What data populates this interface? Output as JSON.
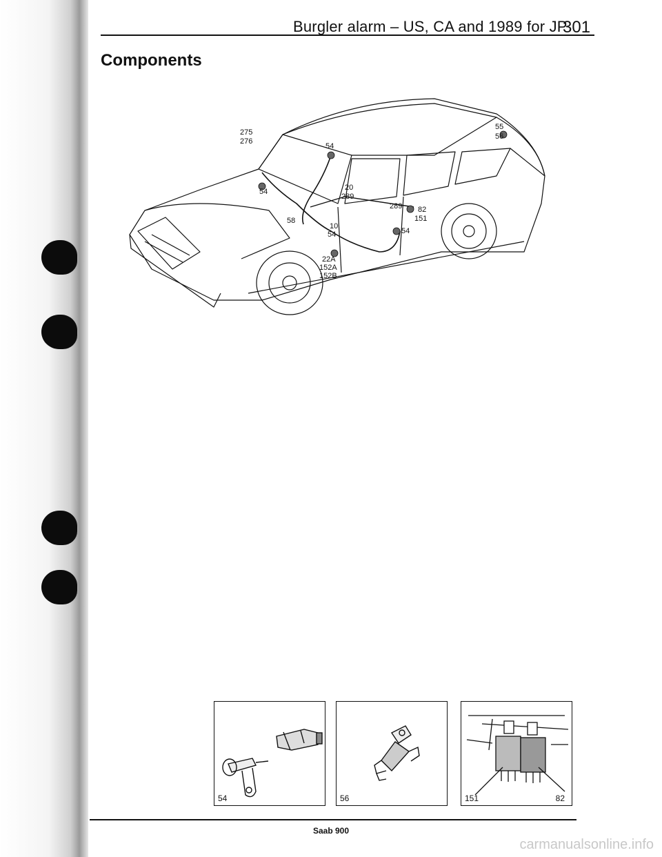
{
  "header": {
    "title": "Burgler alarm – US, CA and 1989 for JP",
    "page_number": "301"
  },
  "section": {
    "title": "Components"
  },
  "car_diagram": {
    "callouts": [
      "275",
      "276",
      "54",
      "55",
      "56",
      "54",
      "20",
      "289",
      "58",
      "289",
      "82",
      "151",
      "10",
      "54",
      "54",
      "22A",
      "152A",
      "152B"
    ]
  },
  "detail_panels": [
    {
      "label": "54"
    },
    {
      "label": "56"
    },
    {
      "label": "151",
      "label_secondary": "82"
    }
  ],
  "footer": {
    "text": "Saab 900"
  },
  "watermark": {
    "text": "carmanualsonline.info"
  }
}
